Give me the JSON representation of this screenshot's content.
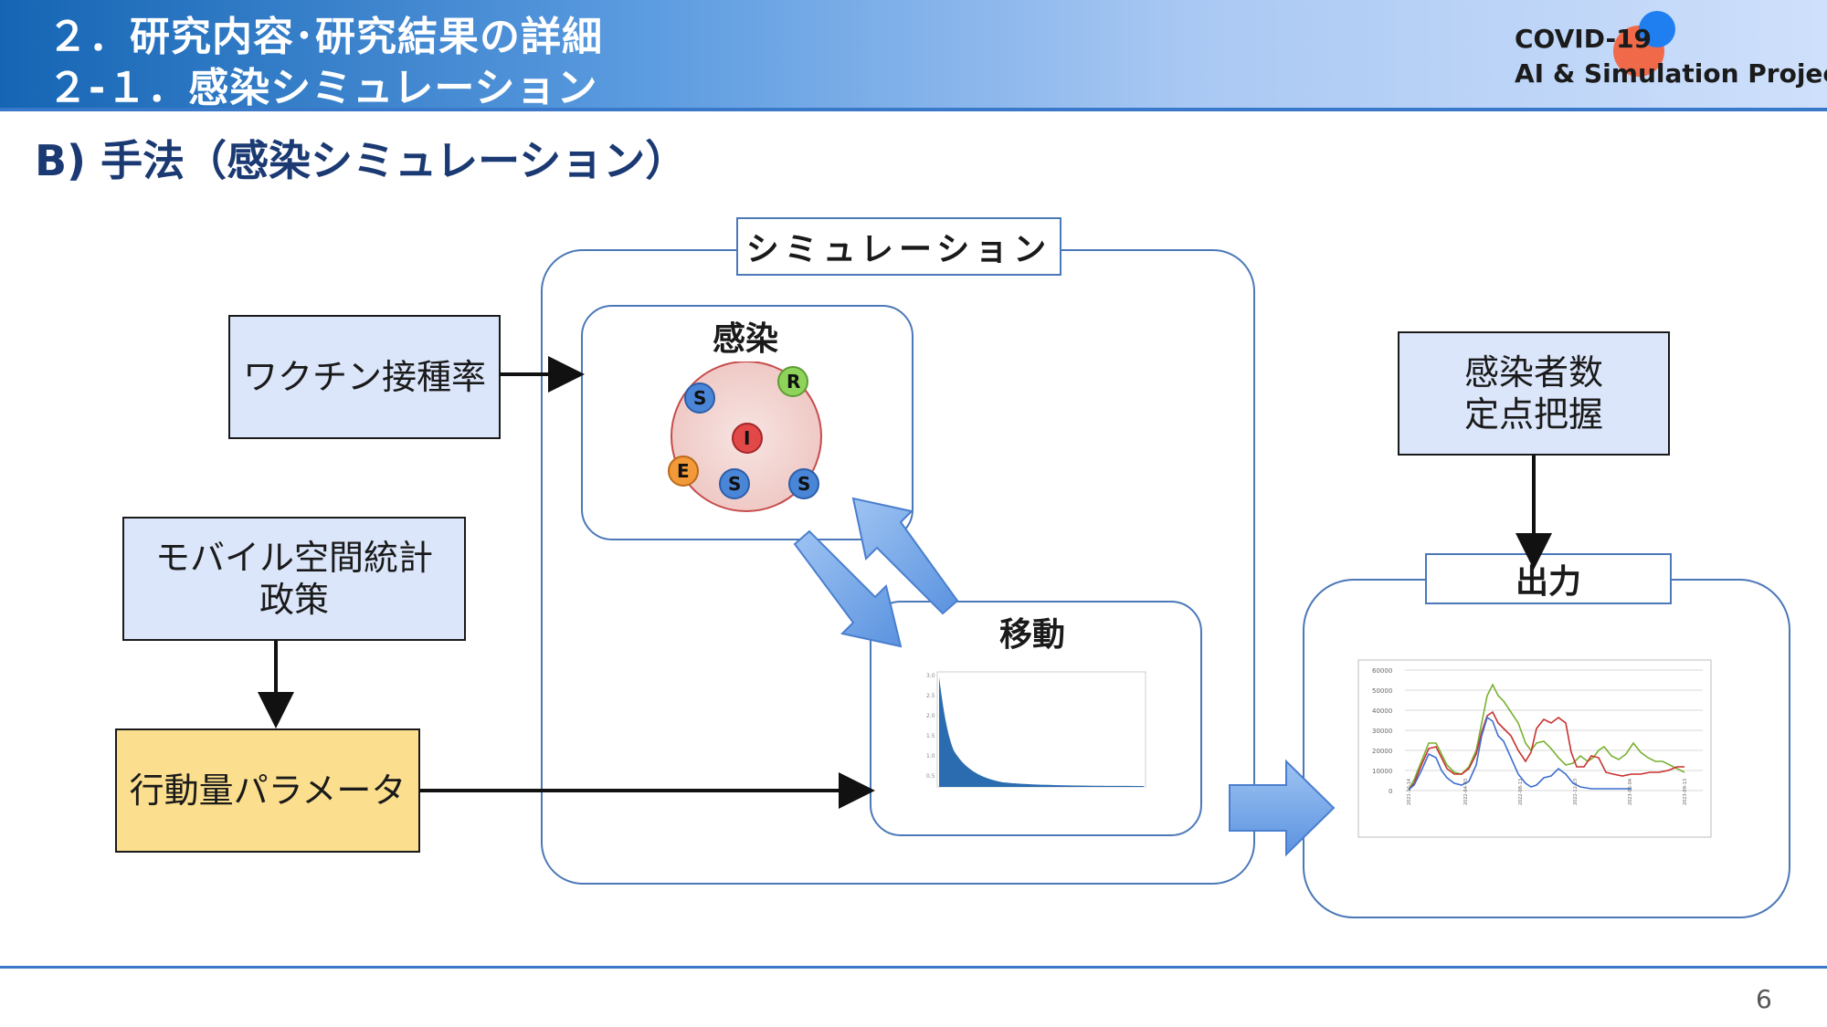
{
  "header": {
    "title_line1": "２．研究内容･研究結果の詳細",
    "title_line2": "２-１．感染シミュレーション",
    "project_line1": "COVID-19",
    "project_line2": "AI & Simulation Project",
    "logo_colors": {
      "red": "#f06a4a",
      "blue": "#1f7ef0"
    }
  },
  "section_title": "B) 手法（感染シミュレーション）",
  "diagram": {
    "simulation_label": "シミュレーション",
    "infection_label": "感染",
    "movement_label": "移動",
    "output_label": "出力",
    "vaccine_box": "ワクチン接種率",
    "mobile_box": {
      "line1": "モバイル空間統計",
      "line2": "政策"
    },
    "behavior_box": "行動量パラメータ",
    "infected_box": {
      "line1": "感染者数",
      "line2": "定点把握"
    },
    "agents": [
      {
        "label": "S",
        "color": "#4a86d8"
      },
      {
        "label": "R",
        "color": "#8fd45a"
      },
      {
        "label": "I",
        "color": "#e24848"
      },
      {
        "label": "E",
        "color": "#f29a3a"
      },
      {
        "label": "S",
        "color": "#4a86d8"
      },
      {
        "label": "S",
        "color": "#4a86d8"
      }
    ]
  },
  "page_number": "6"
}
